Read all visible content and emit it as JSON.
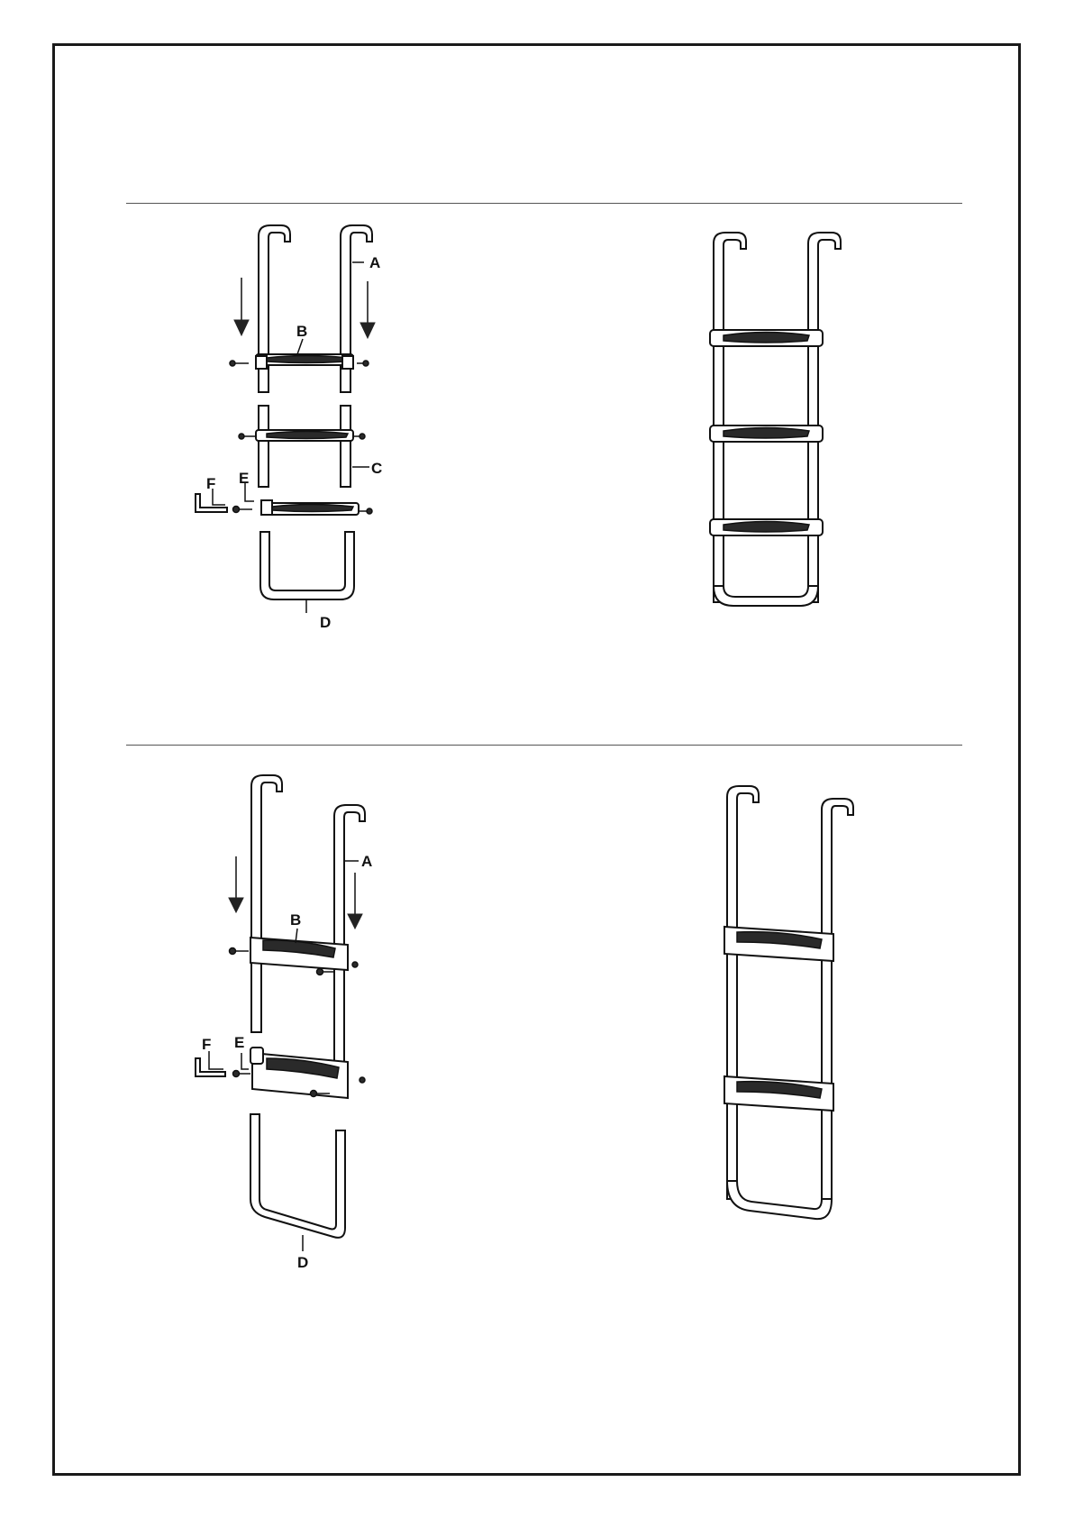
{
  "panels": [
    {
      "labels": {
        "A": "A",
        "B": "B",
        "C": "C",
        "D": "D",
        "E": "E",
        "F": "F"
      }
    },
    {
      "labels": {
        "A": "A",
        "B": "B",
        "D": "D",
        "E": "E",
        "F": "F"
      }
    }
  ]
}
